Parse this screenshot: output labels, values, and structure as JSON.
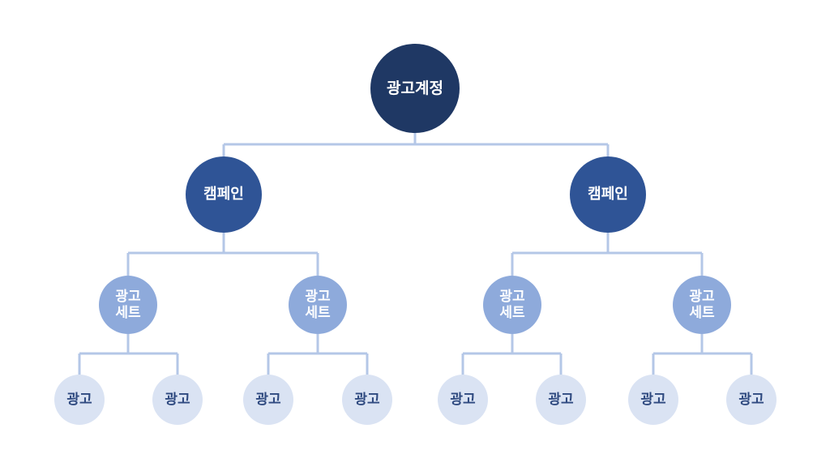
{
  "colors": {
    "account_fill": "#1f3864",
    "campaign_fill": "#2f5496",
    "adset_fill": "#8eaadb",
    "ad_fill": "#dae3f3",
    "light_text": "#ffffff",
    "ad_text": "#2f4a80",
    "connector": "#b4c7e7"
  },
  "account": {
    "label": "광고계정",
    "campaigns": [
      {
        "label": "캠페인",
        "ad_sets": [
          {
            "label": "광고\n세트",
            "ads": [
              "광고",
              "광고"
            ]
          },
          {
            "label": "광고\n세트",
            "ads": [
              "광고",
              "광고"
            ]
          }
        ]
      },
      {
        "label": "캠페인",
        "ad_sets": [
          {
            "label": "광고\n세트",
            "ads": [
              "광고",
              "광고"
            ]
          },
          {
            "label": "광고\n세트",
            "ads": [
              "광고",
              "광고"
            ]
          }
        ]
      }
    ]
  }
}
